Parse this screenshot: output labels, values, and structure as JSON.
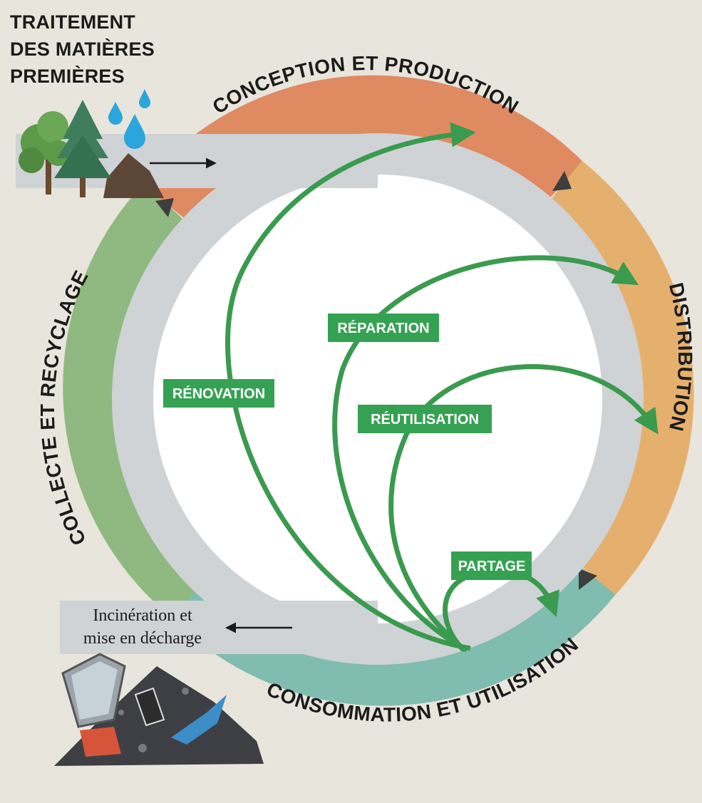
{
  "title": {
    "line1": "TRAITEMENT",
    "line2": "DES MATIÈRES",
    "line3": "PREMIÈRES"
  },
  "stages": {
    "conception": "CONCEPTION ET PRODUCTION",
    "distribution": "DISTRIBUTION",
    "consommation": "CONSOMMATION ET UTILISATION",
    "collecte": "COLLECTE ET RECYCLAGE"
  },
  "loops": {
    "renovation": "RÉNOVATION",
    "reparation": "RÉPARATION",
    "reutilisation": "RÉUTILISATION",
    "partage": "PARTAGE"
  },
  "incineration": {
    "line1": "Incinération et",
    "line2": "mise en décharge"
  },
  "colors": {
    "background": "#e8e5dc",
    "conception": "#e08a62",
    "distribution": "#e5b06e",
    "consommation": "#80bcaf",
    "collecte": "#8fb980",
    "inner_ring": "#cfd3d5",
    "loop_green": "#3a9a4e",
    "label_green": "#35a152"
  },
  "icons": [
    "tree-icon",
    "water-drop-icon",
    "waste-pile-icon"
  ]
}
